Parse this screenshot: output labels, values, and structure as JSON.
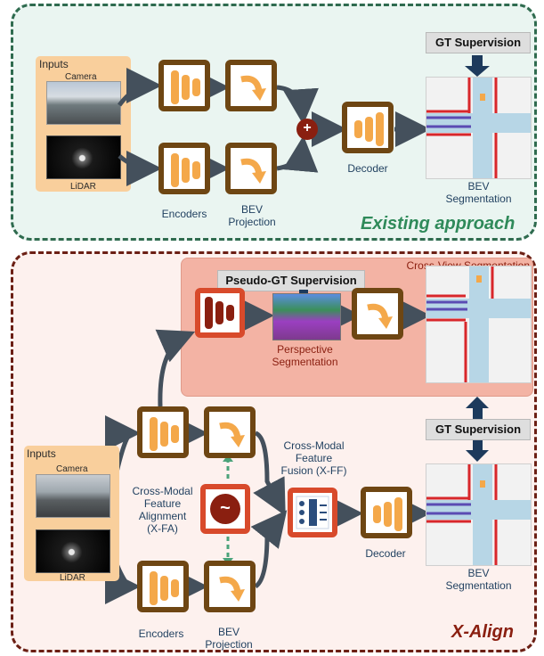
{
  "top": {
    "inputs_title": "Inputs",
    "camera_label": "Camera",
    "lidar_label": "LiDAR",
    "encoders_label": "Encoders",
    "bev_projection_label": "BEV\nProjection",
    "fusion_symbol": "+",
    "decoder_label": "Decoder",
    "gt_supervision": "GT Supervision",
    "bev_segmentation": "BEV\nSegmentation",
    "approach_title": "Existing approach"
  },
  "bottom": {
    "xsa_title": "Cross-View Segmentation\nAlignment (X-SA)",
    "pseudo_gt": "Pseudo-GT Supervision",
    "perspective_seg": "Perspective\nSegmentation",
    "inputs_title": "Inputs",
    "camera_label": "Camera",
    "lidar_label": "LiDAR",
    "xfa_label": "Cross-Modal\nFeature\nAlignment\n(X-FA)",
    "xfa_symbol": "~",
    "xff_label": "Cross-Modal\nFeature\nFusion (X-FF)",
    "decoder_label": "Decoder",
    "gt_supervision": "GT Supervision",
    "bev_segmentation": "BEV\nSegmentation",
    "encoders_label": "Encoders",
    "bev_projection_label": "BEV\nProjection",
    "approach_title": "X-Align"
  },
  "colors": {
    "top_border": "#2f6b4f",
    "top_bg": "#eaf5f1",
    "bottom_border": "#6b1f14",
    "bottom_bg": "#fdf1ee",
    "node_border": "#6e4613",
    "node_red": "#d84a2b",
    "encoder_bars": "#f4a84a",
    "arrow": "#44505c",
    "supervision_arrow": "#1d3a5c",
    "accent_green": "#2f8a5a",
    "accent_red": "#8a1f10"
  }
}
